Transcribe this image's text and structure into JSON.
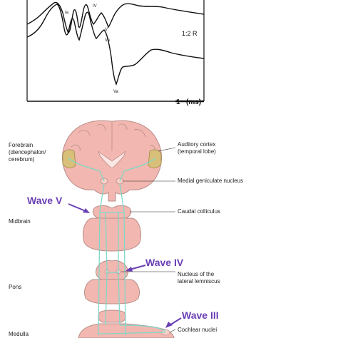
{
  "abr": {
    "peaks": {
      "Ia": "Ia",
      "IV": "IV",
      "V": "V",
      "Va_upper": "Va",
      "Va_lower": "Va"
    },
    "trace_ratio": "1:2 R",
    "time_scale": "1",
    "time_unit": "(ms)"
  },
  "diagram": {
    "forebrain": "Forebrain",
    "forebrain_sub1": "(diencephalon/",
    "forebrain_sub2": "cerebrum)",
    "auditory_cortex": "Auditory cortex",
    "auditory_cortex_sub": "(temporal lobe)",
    "mgn": "Medial geniculate nucleus",
    "wave_v": "Wave V",
    "midbrain": "Midbrain",
    "caudal_colliculus": "Caudal colliculus",
    "wave_iv": "Wave IV",
    "pons": "Pons",
    "lateral_lemniscus_1": "Nucleus of the",
    "lateral_lemniscus_2": "lateral lemniscus",
    "wave_iii": "Wave III",
    "medulla": "Medulla",
    "cochlear_nuclei": "Cochlear nuclei"
  },
  "colors": {
    "brain_fill": "#f2b7b0",
    "brain_stroke": "#b88e8a",
    "pathway": "#7fd8c8",
    "wave_arrow": "#6a3fb5",
    "temporal_gold": "#d8c07a"
  }
}
